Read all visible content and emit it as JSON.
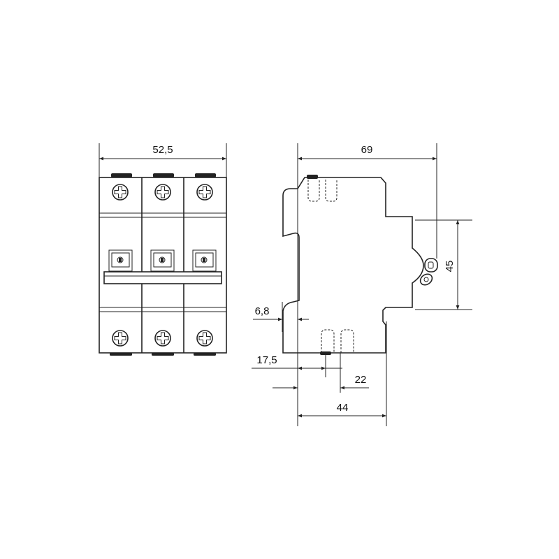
{
  "front_view": {
    "width_label": "52,5"
  },
  "side_view": {
    "depth_label": "69",
    "height_label": "45",
    "clip_depth_label": "6,8",
    "front_offset_label": "17,5",
    "terminal_offset_label": "22",
    "base_depth_label": "44"
  },
  "colors": {
    "line": "#222222",
    "background": "#ffffff"
  }
}
